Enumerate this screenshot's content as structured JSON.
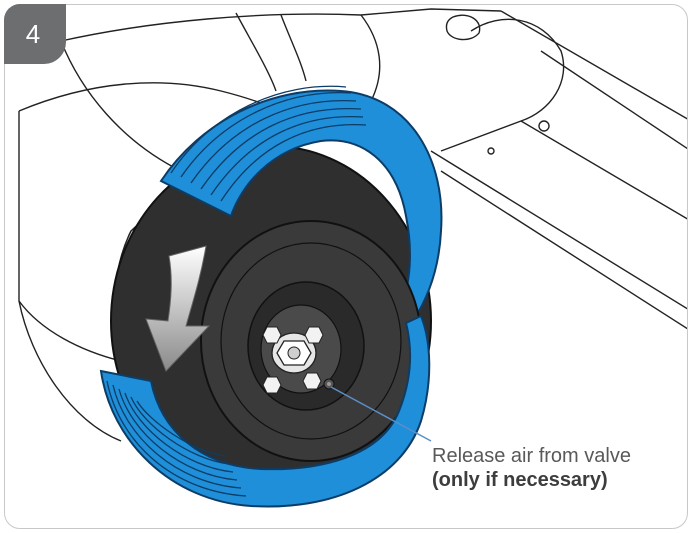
{
  "step": {
    "number": "4"
  },
  "callout": {
    "line1": "Release air from valve",
    "line2": "(only if necessary)"
  },
  "colors": {
    "tire_cover": "#1e8fd8",
    "tire_cover_dark": "#146fb0",
    "tire": "#3a3a3a",
    "badge": "#6d6e70",
    "callout_line": "#5b8fc7"
  },
  "icons": {
    "arrow": "down-curved-arrow-icon",
    "valve": "valve-icon"
  }
}
